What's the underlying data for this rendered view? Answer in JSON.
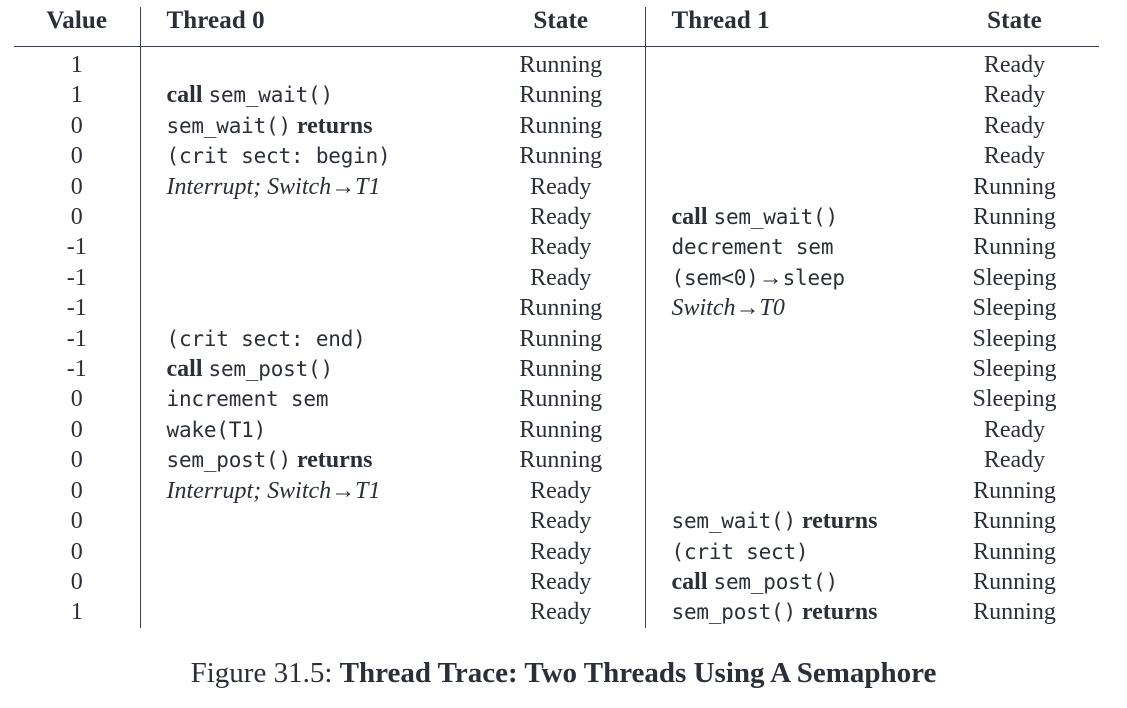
{
  "figure": {
    "caption_prefix": "Figure 31.5:",
    "caption_title": "Thread Trace: Two Threads Using A Semaphore"
  },
  "table": {
    "headers": {
      "value": "Value",
      "thread0": "Thread 0",
      "state0": "State",
      "thread1": "Thread 1",
      "state1": "State"
    },
    "rows": [
      {
        "value": "1",
        "t0": "",
        "s0": "Running",
        "t1": "",
        "s1": "Ready"
      },
      {
        "value": "1",
        "t0": "call sem_wait()",
        "s0": "Running",
        "t1": "",
        "s1": "Ready"
      },
      {
        "value": "0",
        "t0": "sem_wait() returns",
        "s0": "Running",
        "t1": "",
        "s1": "Ready"
      },
      {
        "value": "0",
        "t0": "(crit sect:  begin)",
        "s0": "Running",
        "t1": "",
        "s1": "Ready"
      },
      {
        "value": "0",
        "t0": "Interrupt; Switch→T1",
        "s0": "Ready",
        "t1": "",
        "s1": "Running"
      },
      {
        "value": "0",
        "t0": "",
        "s0": "Ready",
        "t1": "call sem_wait()",
        "s1": "Running"
      },
      {
        "value": "-1",
        "t0": "",
        "s0": "Ready",
        "t1": "decrement sem",
        "s1": "Running"
      },
      {
        "value": "-1",
        "t0": "",
        "s0": "Ready",
        "t1": "(sem<0)→sleep",
        "s1": "Sleeping"
      },
      {
        "value": "-1",
        "t0": "",
        "s0": "Running",
        "t1": "Switch→T0",
        "s1": "Sleeping"
      },
      {
        "value": "-1",
        "t0": "(crit sect:  end)",
        "s0": "Running",
        "t1": "",
        "s1": "Sleeping"
      },
      {
        "value": "-1",
        "t0": "call sem_post()",
        "s0": "Running",
        "t1": "",
        "s1": "Sleeping"
      },
      {
        "value": "0",
        "t0": "increment sem",
        "s0": "Running",
        "t1": "",
        "s1": "Sleeping"
      },
      {
        "value": "0",
        "t0": "wake(T1)",
        "s0": "Running",
        "t1": "",
        "s1": "Ready"
      },
      {
        "value": "0",
        "t0": "sem_post() returns",
        "s0": "Running",
        "t1": "",
        "s1": "Ready"
      },
      {
        "value": "0",
        "t0": "Interrupt; Switch→T1",
        "s0": "Ready",
        "t1": "",
        "s1": "Running"
      },
      {
        "value": "0",
        "t0": "",
        "s0": "Ready",
        "t1": "sem_wait() returns",
        "s1": "Running"
      },
      {
        "value": "0",
        "t0": "",
        "s0": "Ready",
        "t1": "(crit sect)",
        "s1": "Running"
      },
      {
        "value": "0",
        "t0": "",
        "s0": "Ready",
        "t1": "call sem_post()",
        "s1": "Running"
      },
      {
        "value": "1",
        "t0": "",
        "s0": "Ready",
        "t1": "sem_post() returns",
        "s1": "Running"
      }
    ],
    "cell_styles": {
      "0": {
        "t0": [],
        "t1": []
      },
      "1": {
        "t0": [
          [
            "call ",
            "bold"
          ],
          [
            "sem_wait()",
            "mono"
          ]
        ],
        "t1": []
      },
      "2": {
        "t0": [
          [
            "sem_wait()",
            "mono"
          ],
          [
            " returns",
            "bold"
          ]
        ],
        "t1": []
      },
      "3": {
        "t0": [
          [
            "(crit sect:  begin)",
            "mono"
          ]
        ],
        "t1": []
      },
      "4": {
        "t0": [
          [
            "Interrupt; Switch",
            "ital"
          ],
          [
            "→",
            "arrow-ital"
          ],
          [
            "T1",
            "ital"
          ]
        ],
        "t1": []
      },
      "5": {
        "t0": [],
        "t1": [
          [
            "call ",
            "bold"
          ],
          [
            "sem_wait()",
            "mono"
          ]
        ]
      },
      "6": {
        "t0": [],
        "t1": [
          [
            " decrement sem",
            "mono"
          ]
        ]
      },
      "7": {
        "t0": [],
        "t1": [
          [
            " (sem<0)",
            "mono"
          ],
          [
            "→",
            "arrow"
          ],
          [
            "sleep",
            "mono"
          ]
        ]
      },
      "8": {
        "t0": [],
        "t1": [
          [
            "Switch",
            "ital"
          ],
          [
            "→",
            "arrow-ital"
          ],
          [
            "T0",
            "ital"
          ]
        ]
      },
      "9": {
        "t0": [
          [
            " (crit sect:  end)",
            "mono"
          ]
        ],
        "t1": []
      },
      "10": {
        "t0": [
          [
            "call ",
            "bold"
          ],
          [
            "sem_post()",
            "mono"
          ]
        ],
        "t1": []
      },
      "11": {
        "t0": [
          [
            "  increment sem",
            "mono"
          ]
        ],
        "t1": []
      },
      "12": {
        "t0": [
          [
            " wake(T1)",
            "mono"
          ]
        ],
        "t1": []
      },
      "13": {
        "t0": [
          [
            "sem_post()",
            "mono"
          ],
          [
            " returns",
            "bold"
          ]
        ],
        "t1": []
      },
      "14": {
        "t0": [
          [
            "Interrupt; Switch",
            "ital"
          ],
          [
            "→",
            "arrow-ital"
          ],
          [
            "T1",
            "ital"
          ]
        ],
        "t1": []
      },
      "15": {
        "t0": [],
        "t1": [
          [
            "sem_wait()",
            "mono"
          ],
          [
            " returns",
            "bold"
          ]
        ]
      },
      "16": {
        "t0": [],
        "t1": [
          [
            " (crit sect)",
            "mono"
          ]
        ]
      },
      "17": {
        "t0": [],
        "t1": [
          [
            "call ",
            "bold"
          ],
          [
            "sem_post()",
            "mono"
          ]
        ]
      },
      "18": {
        "t0": [],
        "t1": [
          [
            "sem_post()",
            "mono"
          ],
          [
            " returns",
            "bold"
          ]
        ]
      }
    }
  },
  "colors": {
    "text": "#2b2f38",
    "rule": "#3b4049",
    "background": "#ffffff"
  }
}
